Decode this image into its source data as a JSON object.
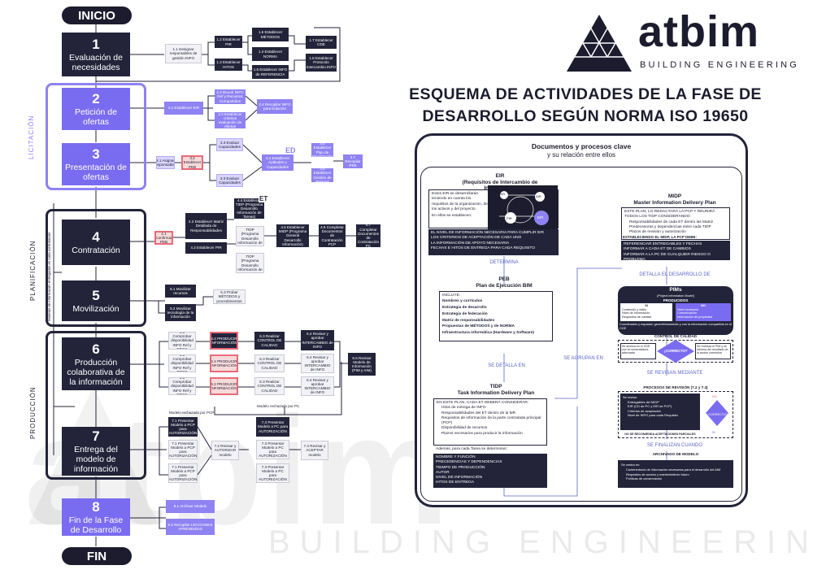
{
  "brand": {
    "name": "atbim",
    "tagline": "BUILDING ENGINEERING"
  },
  "title": {
    "line1": "ESQUEMA DE ACTIVIDADES DE LA FASE DE",
    "line2": "DESARROLLO SEGÚN NORMA ISO 19650"
  },
  "flow": {
    "start": "INICIO",
    "end": "FIN",
    "phases": [
      {
        "num": "1",
        "label": "Evaluación de necesidades"
      },
      {
        "num": "2",
        "label": "Petición de ofertas"
      },
      {
        "num": "3",
        "label": "Presentación de ofertas"
      },
      {
        "num": "4",
        "label": "Contratación"
      },
      {
        "num": "5",
        "label": "Movilización"
      },
      {
        "num": "6",
        "label": "Producción colaborativa de la información"
      },
      {
        "num": "7",
        "label": "Entrega del modelo de información"
      },
      {
        "num": "8",
        "label": "Fin de la Fase de Desarrollo"
      }
    ],
    "sections": [
      "LICITACIÓN",
      "PLANIFICACIÓN",
      "PRODUCCIÓN"
    ],
    "steps": {
      "s11": "1.1 Designar responsables de gestión INFO",
      "s12": "1.2 Establecer PIR",
      "s13": "1.3 Establecer HITOS",
      "s15": "1.5 Establecer MÉTODOS",
      "s14": "1.4 Establecer NORMA",
      "s16": "1.6 Establecer INFO de REFERENCIA",
      "s17": "1.7 Establecer CDE",
      "s18": "1.8 Establecer Protocolo intercambio INFO",
      "s21": "2.1 Establecer EIR",
      "s22": "2.2 Reunir INFO Ref y Recursos Compartidos",
      "s23": "2.3 Establecer criterios evaluación de ofertas",
      "s24": "2.4 Recopilar INFO para licitación",
      "s31": "3.1 Asignar responsables",
      "s32": "3.2 Establecer PEB",
      "s33": "3.3 Evaluar Capacidades",
      "s34": "3.4 Establecer Aptitudes y Capacidades",
      "s35": "3.5 Establecer Plan de Movilización",
      "s36": "3.6 Establecer Gestión de Riesgos",
      "s37": "3.7 Recopilar PEB",
      "s41": "4.1 Confirmar PEB",
      "s42": "4.2 Establecer Matriz Detallada de Responsabilidades",
      "s43": "4.3 Establecer PIR",
      "s44": "4.4 Establecer TIDP (Programa Desarrollo Información de Tareas)",
      "s45": "4.5 Establecer MIDP (Programa General Desarrollo Información)",
      "s46": "4.6 Completar Documentos de Contratación PCP",
      "s47": "4.7 Completar Documentos de Contratación PC",
      "s51": "5.1 Movilizar recursos",
      "s52": "5.2 Movilizar tecnología de la información",
      "s53": "5.3 Probar MÉTODOS y procedimientos",
      "s61": "6.1 Comprobar disponibilidad INFO Ref y RRCC",
      "s62": "6.2 PRODUCIR INFORMACIÓN",
      "s63": "6.3 Realizar CONTROL DE CALIDAD",
      "s64": "6.4 Revisar y aprobar INTERCAMBIO de INFO",
      "s65": "6.5 Revisar Modelo de Información (PIM y AIM)",
      "s71": "7.1 Presentar Modelo a PCP para AUTORIZACIÓN",
      "s72": "7.2 Revisar y AUTORIZAR modelo",
      "s73": "7.3 Presentar Modelo a PC para AUTORIZACIÓN",
      "s74": "7.4 Revisar y ACEPTAR modelo",
      "s81": "8.1 Archivar Modelo",
      "s82": "8.2 Recopilar LECCIONES APRENDIDAS",
      "modelo_pcp": "Modelo rechazado por PCP",
      "modelo_pc": "Modelo rechazado por PC",
      "modelos_lat": "Modelos de información entregados en cada contratación",
      "eir_tag": "EIR",
      "ed_tag": "ED",
      "et_tag": "ET"
    }
  },
  "panel": {
    "heading": "Documentos y procesos clave",
    "subheading": "y su relación entre ellos",
    "eir": {
      "title": "EIR",
      "subtitle": "(Requisitos de Intercambio de Información)",
      "intro": "Estos EIR se desarrollarán teniendo en cuenta los requisitos de la organización, de los activos y del proyecto.",
      "lead": "En ellos se establecen:",
      "items": [
        "EL NIVEL DE INFORMACIÓN NECESARIA PARA CUMPLIR EIR",
        "LOS CRITERIOS DE ACEPTACIÓN DE CADA UNO",
        "LA INFORMACIÓN DE APOYO NECESARIA",
        "FECHAS E HITOS DE ENTREGA PARA CADA REQUISITO"
      ],
      "nodes": [
        "OIR",
        "AIR",
        "PIR",
        "EIR"
      ]
    },
    "determina": "DETERMINA",
    "peb": {
      "title": "PEB",
      "subtitle": "Plan de Ejecución BIM",
      "lead": "INCLUYE:",
      "items": [
        "Nombres y currículos",
        "Estrategia de desarrollo",
        "Estrategia de federación",
        "Matriz de responsabilidades",
        "Propuestas de MÉTODOS y de NORMA",
        "Infraestructura informática (Hardware y Software)"
      ]
    },
    "se_detalla": "SE DETALLA EN",
    "tidp": {
      "title": "TIDP",
      "subtitle": "Task Information Delivery Plan",
      "lead": "EN ESTE PLAN, CADA ET DEBERÁ CONSIDERAR:",
      "items": [
        "Hitos de entrega de INFO",
        "Responsabilidades del ET dentro de la MR",
        "Requisitos de información de la parte contratada principal (PCP)",
        "Disponibilidad de recursos",
        "Plazos necesarios para producir la información"
      ],
      "lead2": "Además, para cada Tarea se determinan:",
      "items2": [
        "NOMBRE Y FUNCIÓN",
        "PRECEDENCIAS Y DEPENDENCIAS",
        "TIEMPO DE PRODUCCIÓN",
        "AUTOR",
        "NIVEL DE INFORMACIÓN",
        "HITOS DE ENTREGA"
      ]
    },
    "se_agrupan": "SE AGRUPAN EN",
    "midp": {
      "title": "MIDP",
      "subtitle": "Master Information Delivery Plan",
      "lead": "ESTE PLAN, LO REDACTARÁ LA PCP Y REUNIRÁ TODOS LOS TIDP CONSIDERANDO:",
      "items": [
        "Responsabilidades de cada ET dentro las Matriz",
        "Predecesoras y dependencias entre cada TIDP",
        "Plazos de revisión y autorización"
      ],
      "lead2": "ESTABLECIENDO EL MIDP, LA PCP DEBE:",
      "items2": [
        "REFERENCIAR ENTREGABLES Y FECHAS",
        "INFORMAR A CADA ET DE CAMBIOS",
        "INFORMAR A LA PC DE CUALQUIER RIESGO O PROBLEMA"
      ]
    },
    "detalla_desarrollo": "DETALLA EL DESARROLLO DE",
    "pims": {
      "title": "PIMs",
      "subtitle": "(Project Information Model)",
      "produced": "PRODUCIDOS",
      "left_title": "SI",
      "left_items": [
        "Contenido y estilo",
        "Nivel de información",
        "Requisitos de calidad"
      ],
      "right_title": "NO",
      "right_items": [
        "Nivel necesario",
        "Comunicación",
        "Información de propiedad"
      ],
      "footer": "Coordinados y espacial, geométricamente y con la información compartida en el CDE"
    },
    "control": {
      "title": "CONTROL DE CALIDAD",
      "left": "Se archiva en el CDE con la nomenclatura adecuada",
      "mid": "¿CORRECTO?",
      "right": "Se rechaza el PIM y se informa del resultado de la acción correctiva"
    },
    "se_revisan": "SE REVISAN MEDIANTE",
    "proceso": {
      "title": "PROCESOS DE REVISIÓN (7.2 y 7.4)",
      "lead": "Se revisa:",
      "items": [
        "Entregables del MIDP",
        "EIR (CD de PC y EIR de PCP)",
        "Criterios de aceptación",
        "Nivel de INFO para cada Requisito"
      ],
      "footer": "NO SE RECOMIENDA ACEPTACIONES PARCIALES",
      "diamond": "¿CORRECTO?",
      "no": "NO",
      "si": "SI"
    },
    "se_finalizan": "SE FINALIZAN CUANDO",
    "archivado": {
      "title": "ARCHIVADO DE MODELO",
      "lead": "Se centra en:",
      "items": [
        "Contenedores de información necesarios para el desarrollo del AIM",
        "Requisitos de acceso y mantenimiento futuro",
        "Políticas de conservación"
      ]
    }
  }
}
